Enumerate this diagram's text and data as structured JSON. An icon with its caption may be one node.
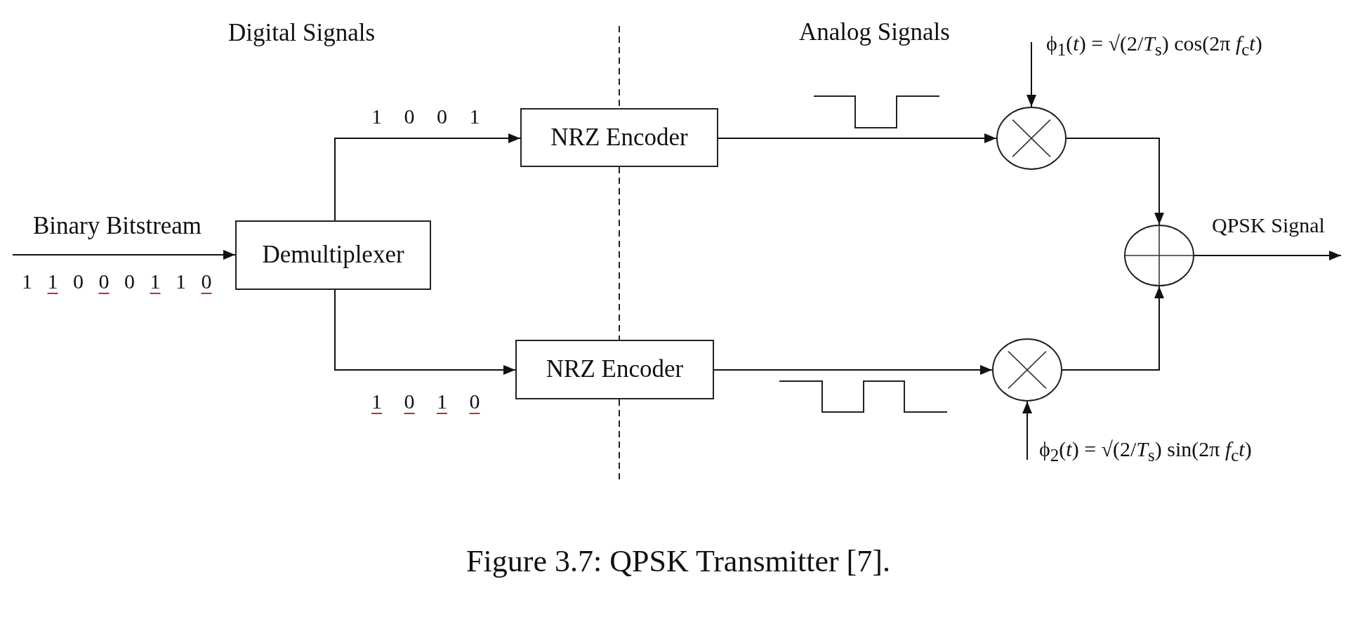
{
  "diagram": {
    "caption": "Figure 3.7: QPSK Transmitter [7].",
    "nodes": [
      {
        "text": [
          "Demultiplexer"
        ]
      },
      {
        "text": [
          "NRZ Encoder"
        ]
      },
      {
        "text": [
          "NRZ Encoder"
        ]
      },
      {
        "text": [],
        "shape": "circle"
      },
      {
        "text": [],
        "shape": "circle"
      },
      {
        "text": [],
        "shape": "circle"
      }
    ],
    "edges": [
      {
        "from": null,
        "to": 0,
        "arrow": "to",
        "label": "Binary Bitstream"
      },
      {
        "from": 0,
        "to": 1,
        "arrow": "to",
        "label": "1 0 0 1"
      },
      {
        "from": 0,
        "to": 2,
        "arrow": "to",
        "label": "1 0 1 0"
      },
      {
        "from": 1,
        "to": 3,
        "arrow": "to"
      },
      {
        "from": 2,
        "to": 4,
        "arrow": "to"
      },
      {
        "from": null,
        "to": 3,
        "arrow": "to",
        "label": "ϕ$_{1}$(*t*) = √(2/*T*$_{s}$) cos(2π *f*$_{c}$*t*)"
      },
      {
        "from": null,
        "to": 4,
        "arrow": "to",
        "label": "ϕ$_{2}$(*t*) = √(2/*T*$_{s}$) sin(2π *f*$_{c}$*t*)"
      },
      {
        "from": 3,
        "to": 5,
        "arrow": "to"
      },
      {
        "from": 4,
        "to": 5,
        "arrow": "to"
      },
      {
        "from": 5,
        "to": null,
        "arrow": "to",
        "label": "QPSK Signal"
      }
    ],
    "labels": [
      "Digital Signals",
      "Analog Signals",
      "1 1 0 0 0 1 1 0"
    ]
  }
}
